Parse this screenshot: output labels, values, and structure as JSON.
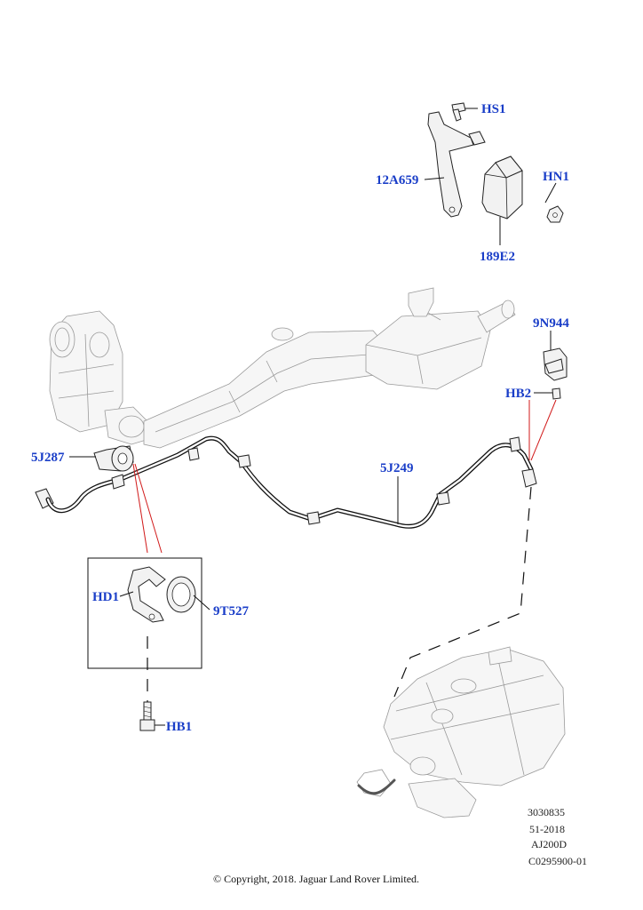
{
  "callouts": {
    "hs1": "HS1",
    "p12a659": "12A659",
    "hn1": "HN1",
    "p189e2": "189E2",
    "p9n944": "9N944",
    "hb2": "HB2",
    "p5j287": "5J287",
    "p5j249": "5J249",
    "hd1": "HD1",
    "p9t527": "9T527",
    "hb1": "HB1"
  },
  "meta": {
    "line1": "3030835",
    "line2": "51-2018",
    "line3": "AJ200D",
    "line4": "C0295900-01"
  },
  "copyright": "© Copyright, 2018. Jaguar Land Rover Limited.",
  "colors": {
    "callout": "#1a3ec8",
    "leader": "#111111",
    "highlight_line": "#d11a1a"
  }
}
